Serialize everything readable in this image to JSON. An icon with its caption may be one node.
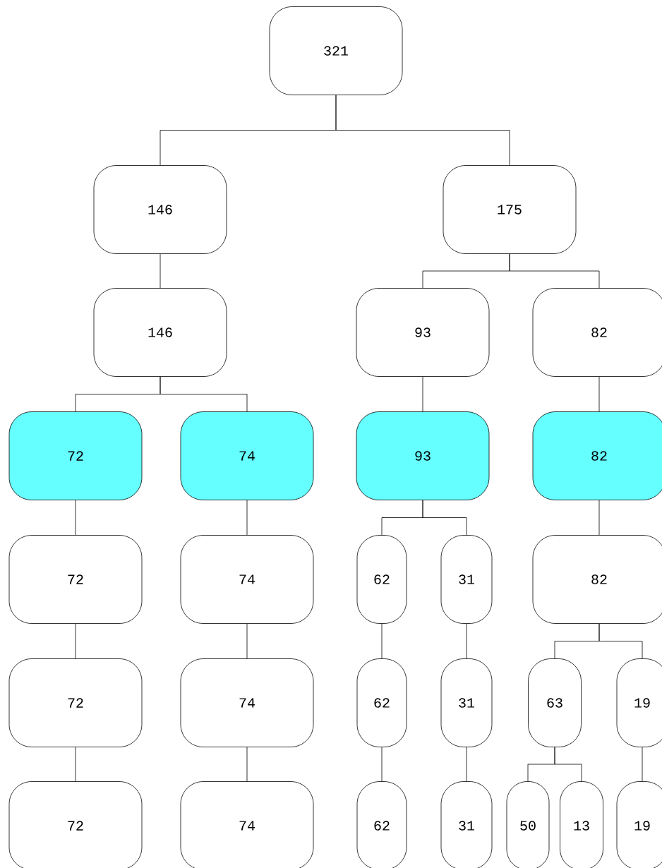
{
  "diagram": {
    "nodes": [
      {
        "text": [
          "321"
        ]
      },
      {
        "text": [
          "146"
        ]
      },
      {
        "text": [
          "175"
        ]
      },
      {
        "text": [
          "146"
        ]
      },
      {
        "text": [
          "93"
        ]
      },
      {
        "text": [
          "82"
        ]
      },
      {
        "text": [
          "72"
        ]
      },
      {
        "text": [
          "74"
        ]
      },
      {
        "text": [
          "93"
        ]
      },
      {
        "text": [
          "82"
        ]
      },
      {
        "text": [
          "72"
        ]
      },
      {
        "text": [
          "74"
        ]
      },
      {
        "text": [
          "62"
        ]
      },
      {
        "text": [
          "31"
        ]
      },
      {
        "text": [
          "82"
        ]
      },
      {
        "text": [
          "72"
        ]
      },
      {
        "text": [
          "74"
        ]
      },
      {
        "text": [
          "62"
        ]
      },
      {
        "text": [
          "31"
        ]
      },
      {
        "text": [
          "63"
        ]
      },
      {
        "text": [
          "19"
        ]
      },
      {
        "text": [
          "72"
        ]
      },
      {
        "text": [
          "74"
        ]
      },
      {
        "text": [
          "62"
        ]
      },
      {
        "text": [
          "31"
        ]
      },
      {
        "text": [
          "50"
        ]
      },
      {
        "text": [
          "13"
        ]
      },
      {
        "text": [
          "19"
        ]
      }
    ],
    "edges": [
      {
        "from": 0,
        "to": 1,
        "arrow": "none"
      },
      {
        "from": 0,
        "to": 2,
        "arrow": "none"
      },
      {
        "from": 1,
        "to": 3,
        "arrow": "none"
      },
      {
        "from": 2,
        "to": 4,
        "arrow": "none"
      },
      {
        "from": 2,
        "to": 5,
        "arrow": "none"
      },
      {
        "from": 3,
        "to": 6,
        "arrow": "none"
      },
      {
        "from": 3,
        "to": 7,
        "arrow": "none"
      },
      {
        "from": 4,
        "to": 8,
        "arrow": "none"
      },
      {
        "from": 5,
        "to": 9,
        "arrow": "none"
      },
      {
        "from": 6,
        "to": 10,
        "arrow": "none"
      },
      {
        "from": 7,
        "to": 11,
        "arrow": "none"
      },
      {
        "from": 8,
        "to": 12,
        "arrow": "none"
      },
      {
        "from": 8,
        "to": 13,
        "arrow": "none"
      },
      {
        "from": 9,
        "to": 14,
        "arrow": "none"
      },
      {
        "from": 10,
        "to": 15,
        "arrow": "none"
      },
      {
        "from": 11,
        "to": 16,
        "arrow": "none"
      },
      {
        "from": 12,
        "to": 17,
        "arrow": "none"
      },
      {
        "from": 13,
        "to": 18,
        "arrow": "none"
      },
      {
        "from": 14,
        "to": 19,
        "arrow": "none"
      },
      {
        "from": 14,
        "to": 20,
        "arrow": "none"
      },
      {
        "from": 15,
        "to": 21,
        "arrow": "none"
      },
      {
        "from": 16,
        "to": 22,
        "arrow": "none"
      },
      {
        "from": 17,
        "to": 23,
        "arrow": "none"
      },
      {
        "from": 18,
        "to": 24,
        "arrow": "none"
      },
      {
        "from": 19,
        "to": 25,
        "arrow": "none"
      },
      {
        "from": 19,
        "to": 26,
        "arrow": "none"
      },
      {
        "from": 20,
        "to": 27,
        "arrow": "none"
      }
    ]
  }
}
